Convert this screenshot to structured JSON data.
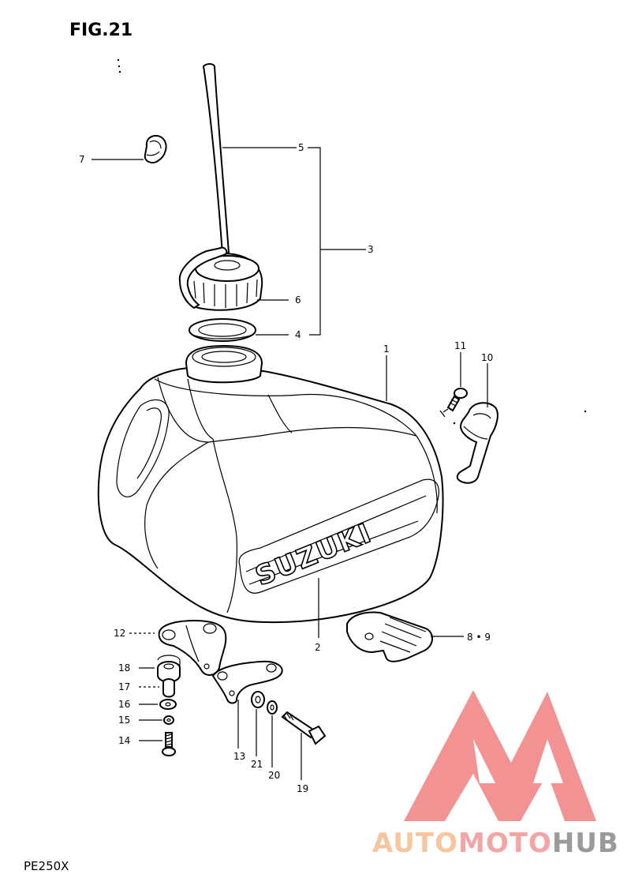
{
  "figure": {
    "title": "FIG.21",
    "model": "PE250X"
  },
  "tank_logo": "SUZUKI",
  "callouts": [
    {
      "id": "7",
      "label": "7"
    },
    {
      "id": "5",
      "label": "5"
    },
    {
      "id": "3",
      "label": "3"
    },
    {
      "id": "6",
      "label": "6"
    },
    {
      "id": "4",
      "label": "4"
    },
    {
      "id": "1",
      "label": "1"
    },
    {
      "id": "11",
      "label": "11"
    },
    {
      "id": "10",
      "label": "10"
    },
    {
      "id": "2",
      "label": "2"
    },
    {
      "id": "8-9",
      "label": "8 • 9"
    },
    {
      "id": "12",
      "label": "12"
    },
    {
      "id": "18",
      "label": "18"
    },
    {
      "id": "17",
      "label": "17"
    },
    {
      "id": "16",
      "label": "16"
    },
    {
      "id": "15",
      "label": "15"
    },
    {
      "id": "14",
      "label": "14"
    },
    {
      "id": "13",
      "label": "13"
    },
    {
      "id": "21",
      "label": "21"
    },
    {
      "id": "20",
      "label": "20"
    },
    {
      "id": "19",
      "label": "19"
    }
  ],
  "watermark": {
    "part1": "AUTO",
    "part2": "MOTO",
    "part3": "HUB",
    "colors": {
      "auto": "#f6c6a0",
      "moto": "#f3a5a5",
      "hub": "#9a9a9a",
      "logo": "#f08080"
    }
  }
}
